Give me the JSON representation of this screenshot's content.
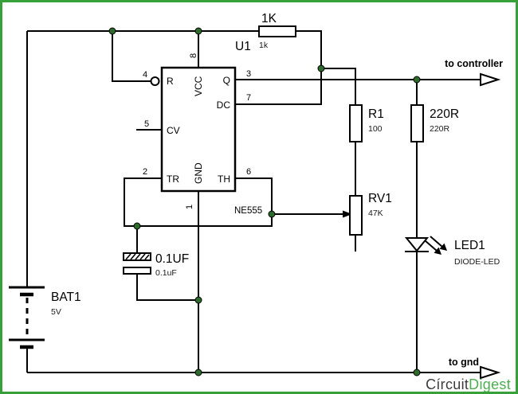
{
  "colors": {
    "border": "#38a038",
    "wire": "#000000",
    "junction": "#2d6b2d",
    "logo_dark": "#3c3c3c",
    "logo_green": "#4caf50"
  },
  "ic": {
    "ref": "U1",
    "part": "NE555",
    "pins": [
      {
        "num": "8",
        "name": "VCC"
      },
      {
        "num": "4",
        "name": "R"
      },
      {
        "num": "5",
        "name": "CV"
      },
      {
        "num": "2",
        "name": "TR"
      },
      {
        "num": "1",
        "name": "GND"
      },
      {
        "num": "3",
        "name": "Q"
      },
      {
        "num": "7",
        "name": "DC"
      },
      {
        "num": "6",
        "name": "TH"
      }
    ]
  },
  "components": {
    "pullup_resistor": {
      "ref": "1K",
      "value": "1k"
    },
    "resistor_r1": {
      "ref": "R1",
      "value": "100"
    },
    "resistor_220r": {
      "ref": "220R",
      "value": "220R"
    },
    "potentiometer_rv1": {
      "ref": "RV1",
      "value": "47K"
    },
    "led1": {
      "ref": "LED1",
      "value": "DIODE-LED"
    },
    "battery": {
      "ref": "BAT1",
      "value": "5V"
    },
    "capacitor": {
      "ref": "0.1UF",
      "value": "0.1uF"
    }
  },
  "annotations": {
    "output": "to controller",
    "ground": "to gnd"
  },
  "logo": {
    "circuit": "Círcuit",
    "digest": "Digest"
  }
}
